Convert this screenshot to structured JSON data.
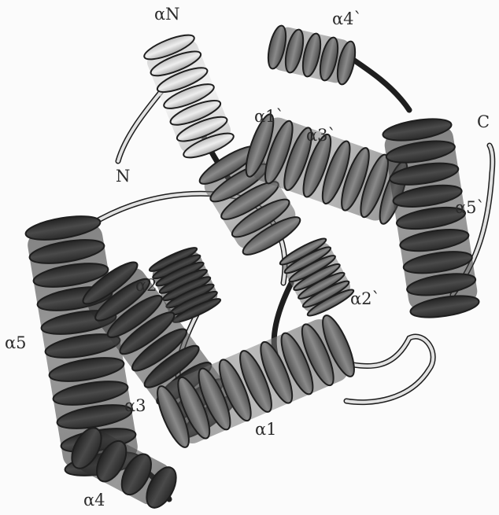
{
  "labels": {
    "alpha_n": "αN",
    "alpha4_prime": "α4`",
    "alpha1_prime": "α1`",
    "alpha3_prime": "α3`",
    "c_terminus": "C",
    "n_terminus": "N",
    "alpha5_prime": "α5`",
    "alpha2": "α2",
    "alpha2_prime": "α2`",
    "alpha5": "α5",
    "alpha3": "α3",
    "alpha1": "α1",
    "alpha4": "α4"
  },
  "colors": {
    "background": "#fbfbfb",
    "helix_dark": "#3a3a3a",
    "helix_mid": "#6e6e6e",
    "helix_light": "#cfcfcf",
    "coil": "#d9d9d9",
    "outline": "#1e1e1e"
  }
}
